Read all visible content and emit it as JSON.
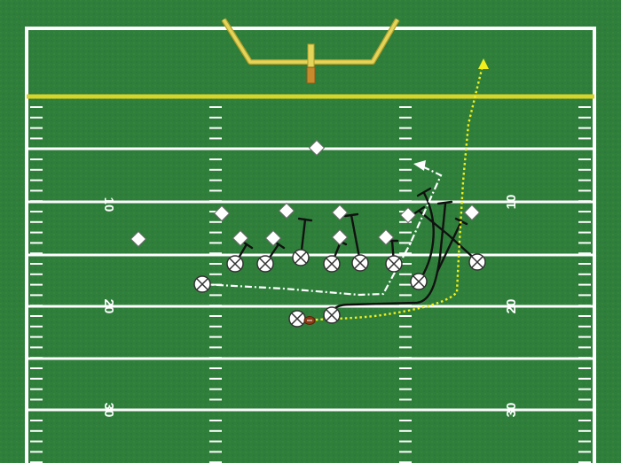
{
  "yard_numbers": [
    {
      "label": "10",
      "side": "left",
      "line": "10"
    },
    {
      "label": "20",
      "side": "left",
      "line": "20"
    },
    {
      "label": "30",
      "side": "left",
      "line": "30"
    },
    {
      "label": "10",
      "side": "right",
      "line": "10"
    },
    {
      "label": "20",
      "side": "right",
      "line": "20"
    },
    {
      "label": "30",
      "side": "right",
      "line": "30"
    }
  ],
  "colors": {
    "field": "#2f7f3b",
    "lines": "#ffffff",
    "goal_line": "#d9d42a",
    "goalpost": "#e3d45a",
    "blocking_route": "#111111",
    "primary_route": "#f2ef1a",
    "secondary_route": "#ffffff",
    "offense_player": "#ffffff",
    "defense_player": "#ffffff",
    "ball": "#8b3a14"
  },
  "icons": {
    "offense_player": "circle-x-icon",
    "defense_player": "diamond-icon",
    "ball": "football-icon",
    "goalpost": "goalpost-icon"
  }
}
